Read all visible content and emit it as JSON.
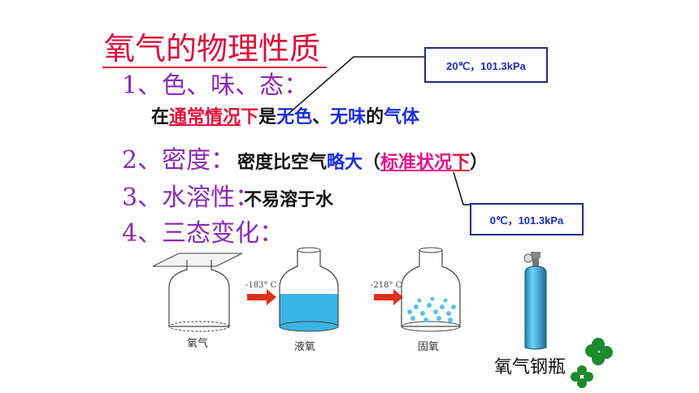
{
  "title": "氧气的物理性质",
  "items": [
    {
      "num": "1、",
      "label": "色、味、态："
    },
    {
      "num": "2、",
      "label": "密度："
    },
    {
      "num": "3、",
      "label": "水溶性："
    },
    {
      "num": "4、",
      "label": "三态变化："
    }
  ],
  "statement1": {
    "p1": "在",
    "p2": "通常情况",
    "p3": "下",
    "p4": "是",
    "p5": "无色",
    "p6": "、",
    "p7": "无味",
    "p8": "的",
    "p9": "气",
    "p10": "体"
  },
  "statement2": {
    "p1": "密度比空气",
    "p2": "略大",
    "p3": "（",
    "p4": "标准状况",
    "p5": "下",
    "p6": "）"
  },
  "statement3": "不易溶于水",
  "callouts": {
    "normal": "20℃，101.3kPa",
    "standard": "0℃，101.3kPa"
  },
  "figure": {
    "labels": [
      "氧气",
      "液氧",
      "固氧"
    ],
    "temps": [
      "-183° C",
      "-218° C"
    ],
    "cylinder_label": "氧气钢瓶"
  },
  "colors": {
    "title": "#d8103c",
    "item": "#8a2bb0",
    "emphasis_blue": "#1b2fd8",
    "emphasis_red": "#e0103c",
    "liquid": "#3ab4e6",
    "cylinder": "#2aa8d8",
    "clover": "#1d8a2e"
  }
}
